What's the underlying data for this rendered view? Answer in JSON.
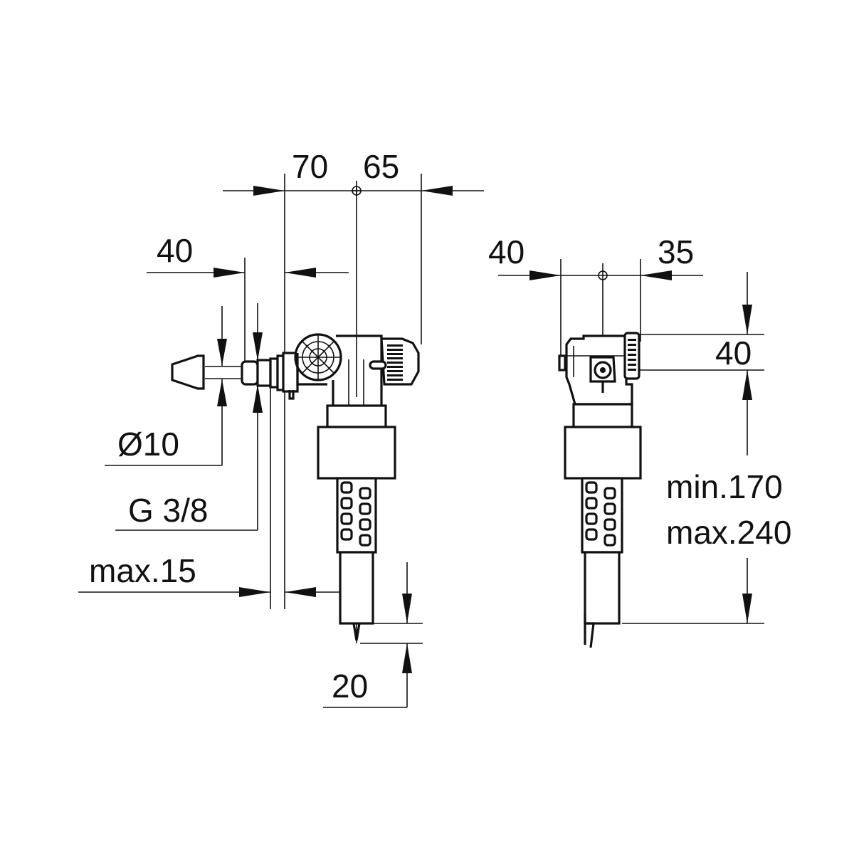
{
  "drawing": {
    "type": "technical dimension drawing",
    "subject": "side-entry fill valve (cistern inlet valve)",
    "line_color": "#111111",
    "background": "#ffffff",
    "front_view": {
      "dimensions": {
        "top_left_offset": "70",
        "top_right_offset": "65",
        "inlet_to_axis": "40",
        "hose_diameter": "Ø10",
        "thread": "G 3/8",
        "wall_max": "max.15",
        "bottom_tip": "20"
      }
    },
    "side_view": {
      "dimensions": {
        "left_offset": "40",
        "right_offset": "35",
        "head_height": "40",
        "height_min": "min.170",
        "height_max": "max.240"
      }
    }
  }
}
